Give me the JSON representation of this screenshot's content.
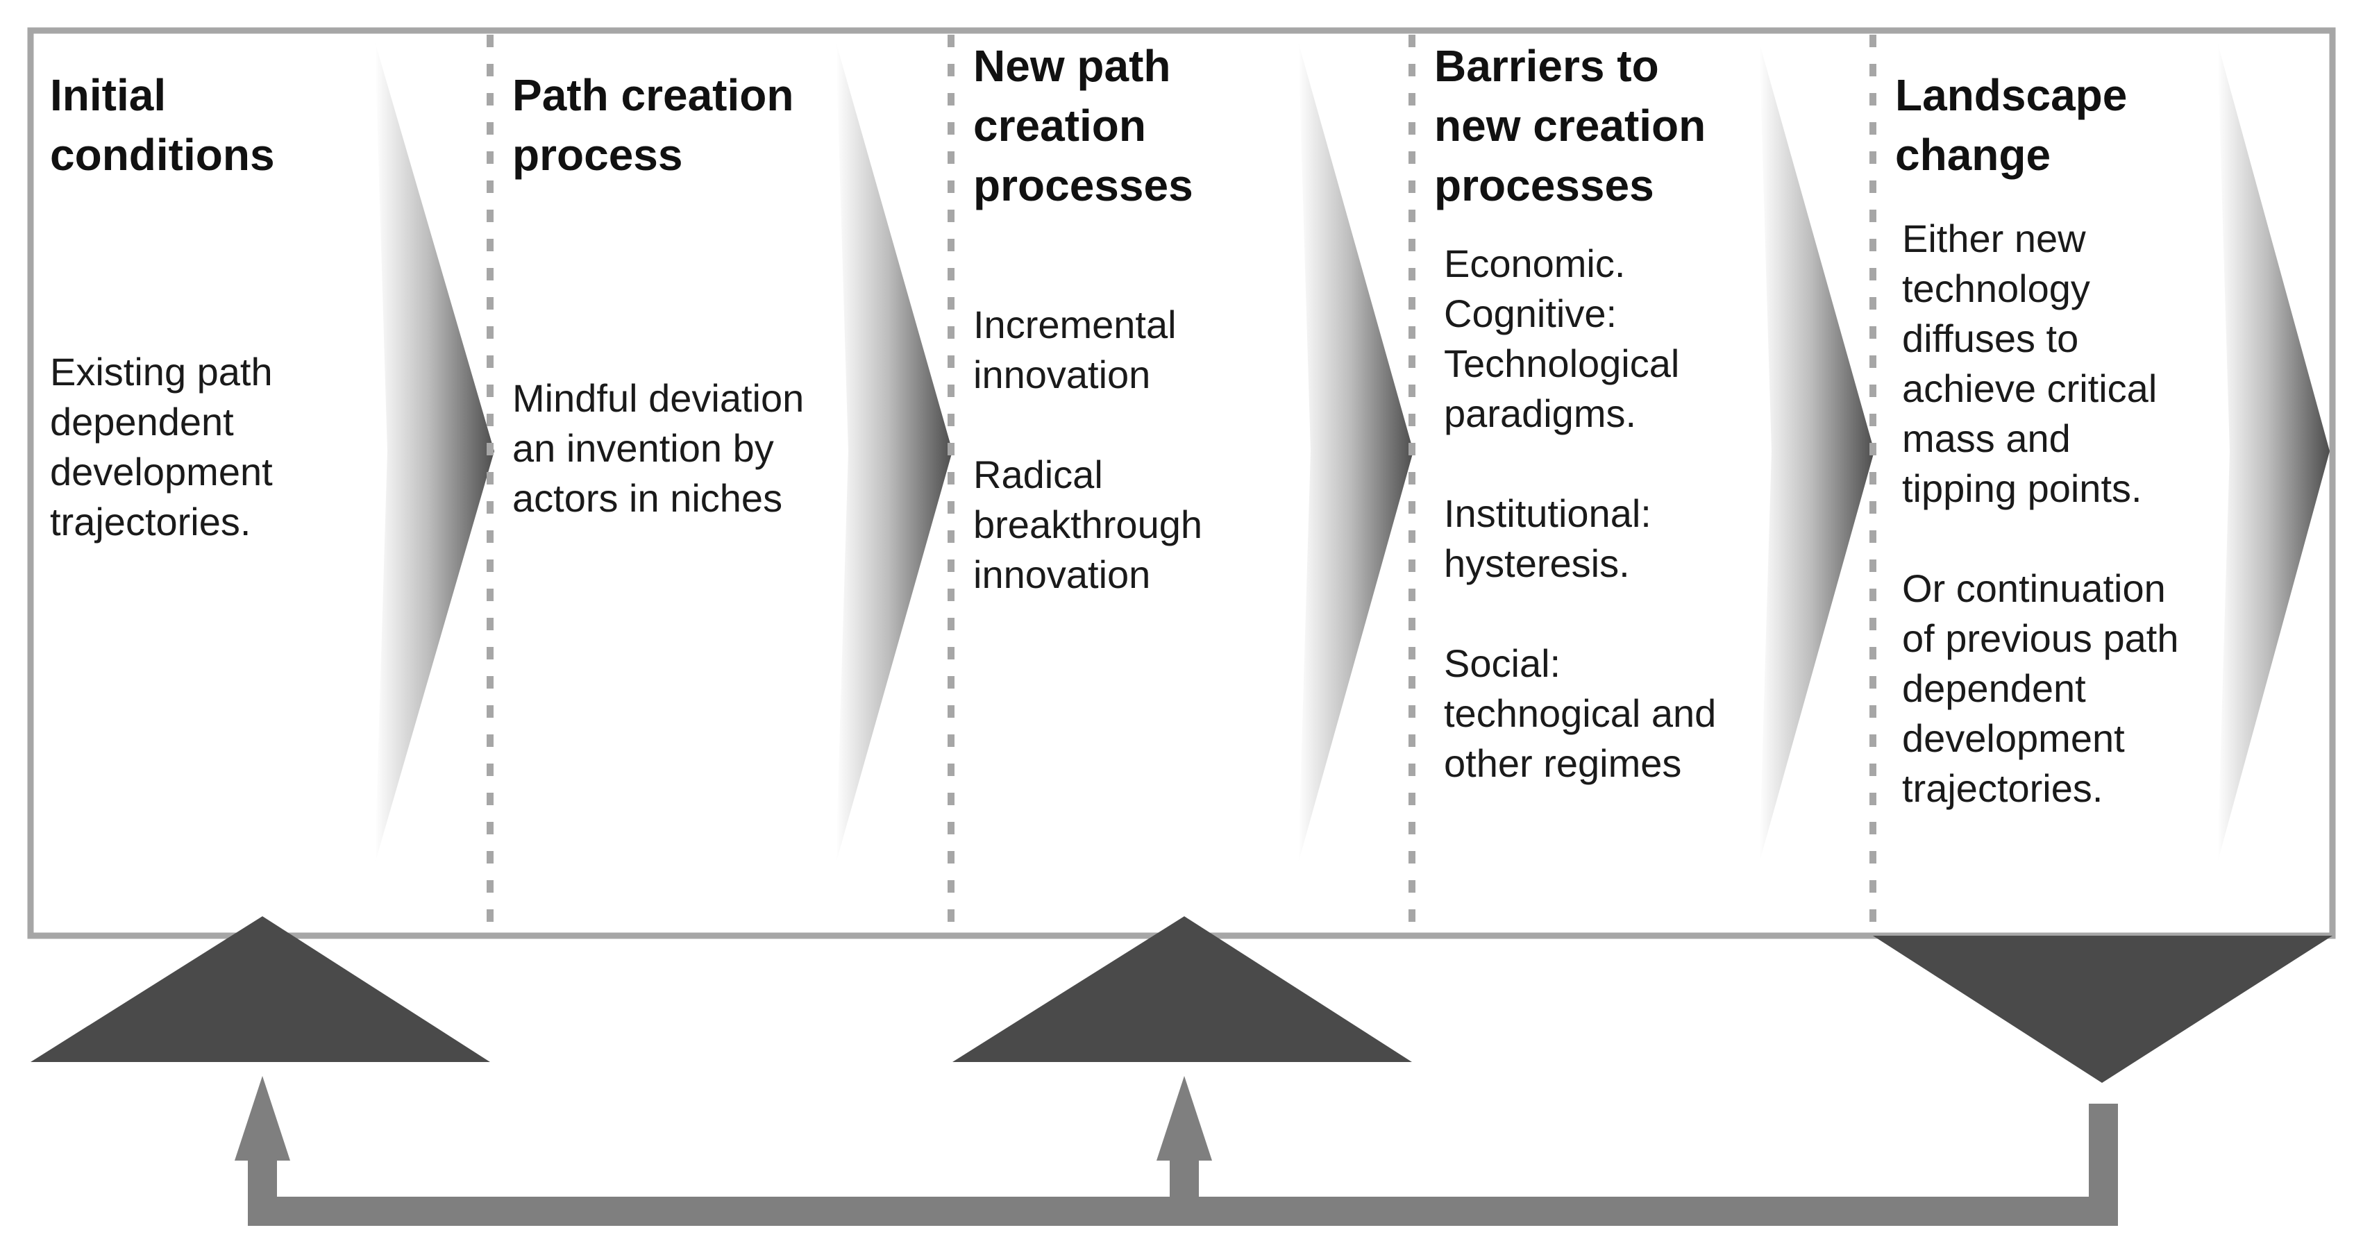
{
  "stages": [
    {
      "title": "Initial\nconditions",
      "paragraphs": [
        "Existing path\ndependent\ndevelopment\ntrajectories."
      ]
    },
    {
      "title": "Path creation\nprocess",
      "paragraphs": [
        "Mindful deviation\nan invention by\nactors in niches"
      ]
    },
    {
      "title": "New path\ncreation\nprocesses",
      "paragraphs": [
        "Incremental\ninnovation",
        "Radical\nbreakthrough\ninnovation"
      ]
    },
    {
      "title": "Barriers to\nnew creation\nprocesses",
      "paragraphs": [
        "Economic.\nCognitive:\nTechnological\nparadigms.",
        "Institutional:\nhysteresis.",
        "Social:\ntechnogical and\nother regimes"
      ]
    },
    {
      "title": "Landscape\nchange",
      "paragraphs": [
        "Either new\ntechnology\ndiffuses to\nachieve critical\nmass and\ntipping points.",
        "Or continuation\nof previous path\ndependent\ndevelopment\ntrajectories."
      ]
    }
  ],
  "colors": {
    "frame": "#a6a6a6",
    "divider": "#a6a6a6",
    "chevron_dark": "#4d4d4d",
    "chevron_light": "#ffffff",
    "triangle": "#4a4a4a",
    "feedback_arrow": "#7f7f7f"
  }
}
